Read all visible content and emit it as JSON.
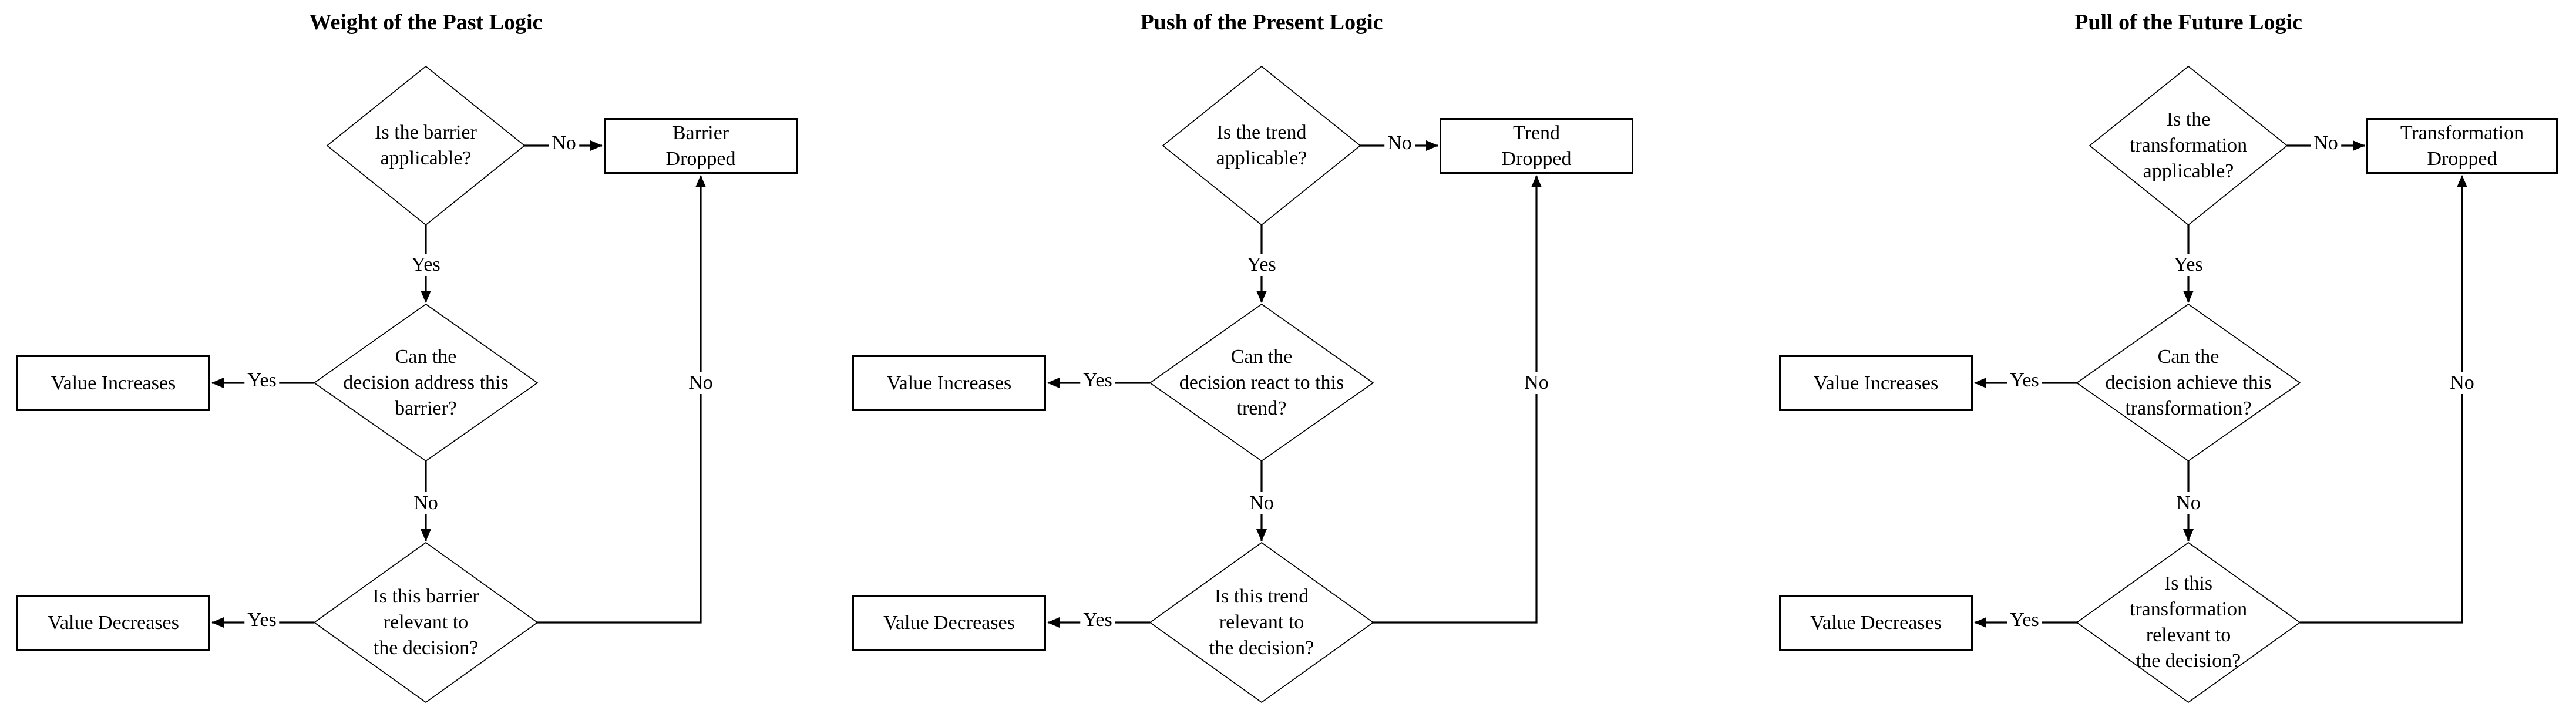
{
  "diagram": {
    "type": "flowchart",
    "panel_count": 3
  },
  "colors": {
    "ink": "#000000",
    "background": "#ffffff"
  },
  "charts": [
    {
      "title": "Weight of the Past Logic",
      "q1_lines": [
        "Is the barrier",
        "applicable?"
      ],
      "q2_lines": [
        "Can the",
        "decision address this",
        "barrier?"
      ],
      "q3_lines": [
        "Is this barrier",
        "relevant to",
        "the decision?"
      ],
      "dropped_lines": [
        "Barrier",
        "Dropped"
      ],
      "value_increases": "Value Increases",
      "value_decreases": "Value Decreases",
      "edge_labels": {
        "q1_no": "No",
        "q1_yes": "Yes",
        "q2_yes": "Yes",
        "q2_no": "No",
        "q3_yes": "Yes",
        "q3_no": "No"
      }
    },
    {
      "title": "Push of the Present Logic",
      "q1_lines": [
        "Is the trend",
        "applicable?"
      ],
      "q2_lines": [
        "Can the",
        "decision react to this",
        "trend?"
      ],
      "q3_lines": [
        "Is this trend",
        "relevant to",
        "the decision?"
      ],
      "dropped_lines": [
        "Trend",
        "Dropped"
      ],
      "value_increases": "Value Increases",
      "value_decreases": "Value Decreases",
      "edge_labels": {
        "q1_no": "No",
        "q1_yes": "Yes",
        "q2_yes": "Yes",
        "q2_no": "No",
        "q3_yes": "Yes",
        "q3_no": "No"
      }
    },
    {
      "title": "Pull of the Future Logic",
      "q1_lines": [
        "Is the",
        "transformation",
        "applicable?"
      ],
      "q2_lines": [
        "Can the",
        "decision achieve this",
        "transformation?"
      ],
      "q3_lines": [
        "Is this",
        "transformation",
        "relevant to",
        "the decision?"
      ],
      "dropped_lines": [
        "Transformation",
        "Dropped"
      ],
      "value_increases": "Value Increases",
      "value_decreases": "Value Decreases",
      "edge_labels": {
        "q1_no": "No",
        "q1_yes": "Yes",
        "q2_yes": "Yes",
        "q2_no": "No",
        "q3_yes": "Yes",
        "q3_no": "No"
      }
    }
  ]
}
